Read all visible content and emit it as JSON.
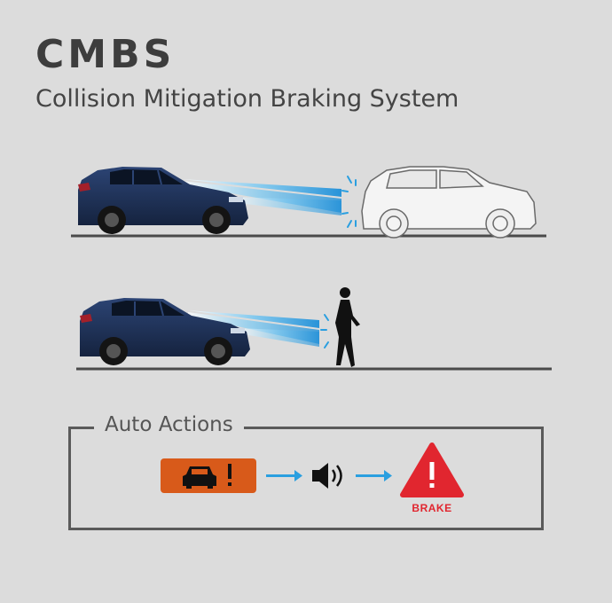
{
  "header": {
    "title": "CMBS",
    "subtitle": "Collision Mitigation Braking System"
  },
  "scenes": [
    {
      "name": "vehicle-detection",
      "target": "vehicle"
    },
    {
      "name": "pedestrian-detection",
      "target": "pedestrian"
    }
  ],
  "actions": {
    "label": "Auto Actions",
    "steps": [
      {
        "icon": "car-warning-icon"
      },
      {
        "icon": "speaker-icon"
      },
      {
        "icon": "brake-warning-icon",
        "label": "BRAKE"
      }
    ]
  },
  "colors": {
    "background": "#dcdcdc",
    "car_body": "#1d2f52",
    "beam": "#3aa9e6",
    "warning_orange": "#d85a1a",
    "brake_red": "#e1262f",
    "arrow": "#2a9fe0"
  }
}
